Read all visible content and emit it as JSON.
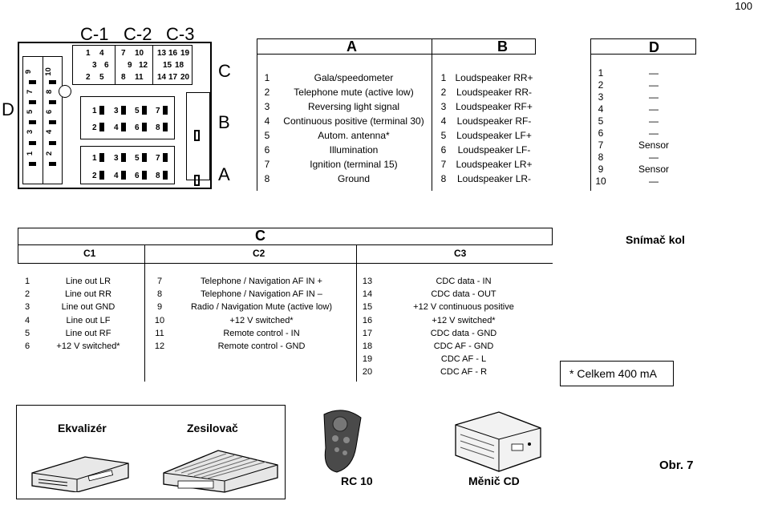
{
  "page_number": "100",
  "connector": {
    "group_labels": [
      "C-1",
      "C-2",
      "C-3"
    ],
    "side_letter": "D",
    "row_letters": [
      "C",
      "B",
      "A"
    ],
    "c1_top": [
      "1",
      "4"
    ],
    "c1_bot": [
      "2",
      "5"
    ],
    "c1_mid": [
      "3",
      "6"
    ],
    "c2_top": [
      "7",
      "10"
    ],
    "c2_mid": [
      "9",
      "12"
    ],
    "c2_bot": [
      "8",
      "11"
    ],
    "c3_top": [
      "13",
      "16",
      "19"
    ],
    "c3_mid": [
      "15",
      "18"
    ],
    "c3_bot": [
      "14",
      "17",
      "20"
    ],
    "d_pins": [
      "9",
      "10",
      "7",
      "8",
      "5",
      "6",
      "3",
      "4",
      "1",
      "2"
    ],
    "b_pins_top": [
      "1",
      "3",
      "5",
      "7"
    ],
    "b_pins_bot": [
      "2",
      "4",
      "6",
      "8"
    ],
    "a_pins_top": [
      "1",
      "3",
      "5",
      "7"
    ],
    "a_pins_bot": [
      "2",
      "4",
      "6",
      "8"
    ]
  },
  "table_ab": {
    "header_a": "A",
    "header_b": "B",
    "rows": [
      {
        "na": "1",
        "a": "Gala/speedometer",
        "nb": "1",
        "b": "Loudspeaker RR+"
      },
      {
        "na": "2",
        "a": "Telephone mute (active low)",
        "nb": "2",
        "b": "Loudspeaker RR-"
      },
      {
        "na": "3",
        "a": "Reversing light signal",
        "nb": "3",
        "b": "Loudspeaker RF+"
      },
      {
        "na": "4",
        "a": "Continuous positive (terminal 30)",
        "nb": "4",
        "b": "Loudspeaker RF-"
      },
      {
        "na": "5",
        "a": "Autom. antenna*",
        "nb": "5",
        "b": "Loudspeaker LF+"
      },
      {
        "na": "6",
        "a": "Illumination",
        "nb": "6",
        "b": "Loudspeaker LF-"
      },
      {
        "na": "7",
        "a": "Ignition (terminal 15)",
        "nb": "7",
        "b": "Loudspeaker LR+"
      },
      {
        "na": "8",
        "a": "Ground",
        "nb": "8",
        "b": "Loudspeaker LR-"
      }
    ]
  },
  "table_d": {
    "header": "D",
    "rows": [
      {
        "n": "1",
        "v": "—"
      },
      {
        "n": "2",
        "v": "—"
      },
      {
        "n": "3",
        "v": "—"
      },
      {
        "n": "4",
        "v": "—"
      },
      {
        "n": "5",
        "v": "—"
      },
      {
        "n": "6",
        "v": "—"
      },
      {
        "n": "7",
        "v": "Sensor"
      },
      {
        "n": "8",
        "v": "—"
      },
      {
        "n": "9",
        "v": "Sensor"
      },
      {
        "n": "10",
        "v": "—"
      }
    ]
  },
  "table_c": {
    "header": "C",
    "sub_c1": "C1",
    "sub_c2": "C2",
    "sub_c3": "C3",
    "c1": [
      {
        "n": "1",
        "v": "Line out LR"
      },
      {
        "n": "2",
        "v": "Line out RR"
      },
      {
        "n": "3",
        "v": "Line out GND"
      },
      {
        "n": "4",
        "v": "Line out LF"
      },
      {
        "n": "5",
        "v": "Line out RF"
      },
      {
        "n": "6",
        "v": "+12 V switched*"
      }
    ],
    "c2": [
      {
        "n": "7",
        "v": "Telephone / Navigation AF IN +"
      },
      {
        "n": "8",
        "v": "Telephone / Navigation AF IN –"
      },
      {
        "n": "9",
        "v": "Radio / Navigation Mute (active low)"
      },
      {
        "n": "10",
        "v": "+12 V switched*"
      },
      {
        "n": "11",
        "v": "Remote control - IN"
      },
      {
        "n": "12",
        "v": "Remote control - GND"
      }
    ],
    "c3": [
      {
        "n": "13",
        "v": "CDC data - IN"
      },
      {
        "n": "14",
        "v": "CDC data - OUT"
      },
      {
        "n": "15",
        "v": "+12 V continuous positive"
      },
      {
        "n": "16",
        "v": "+12 V switched*"
      },
      {
        "n": "17",
        "v": "CDC data - GND"
      },
      {
        "n": "18",
        "v": "CDC AF - GND"
      },
      {
        "n": "19",
        "v": "CDC AF - L"
      },
      {
        "n": "20",
        "v": "CDC AF - R"
      }
    ]
  },
  "sensor_label": "Snímač kol",
  "total_note": "* Celkem 400 mA",
  "devices": {
    "equalizer": "Ekvalizér",
    "amplifier": "Zesilovač",
    "remote": "RC 10",
    "changer": "Měnič CD"
  },
  "figure_label": "Obr. 7"
}
